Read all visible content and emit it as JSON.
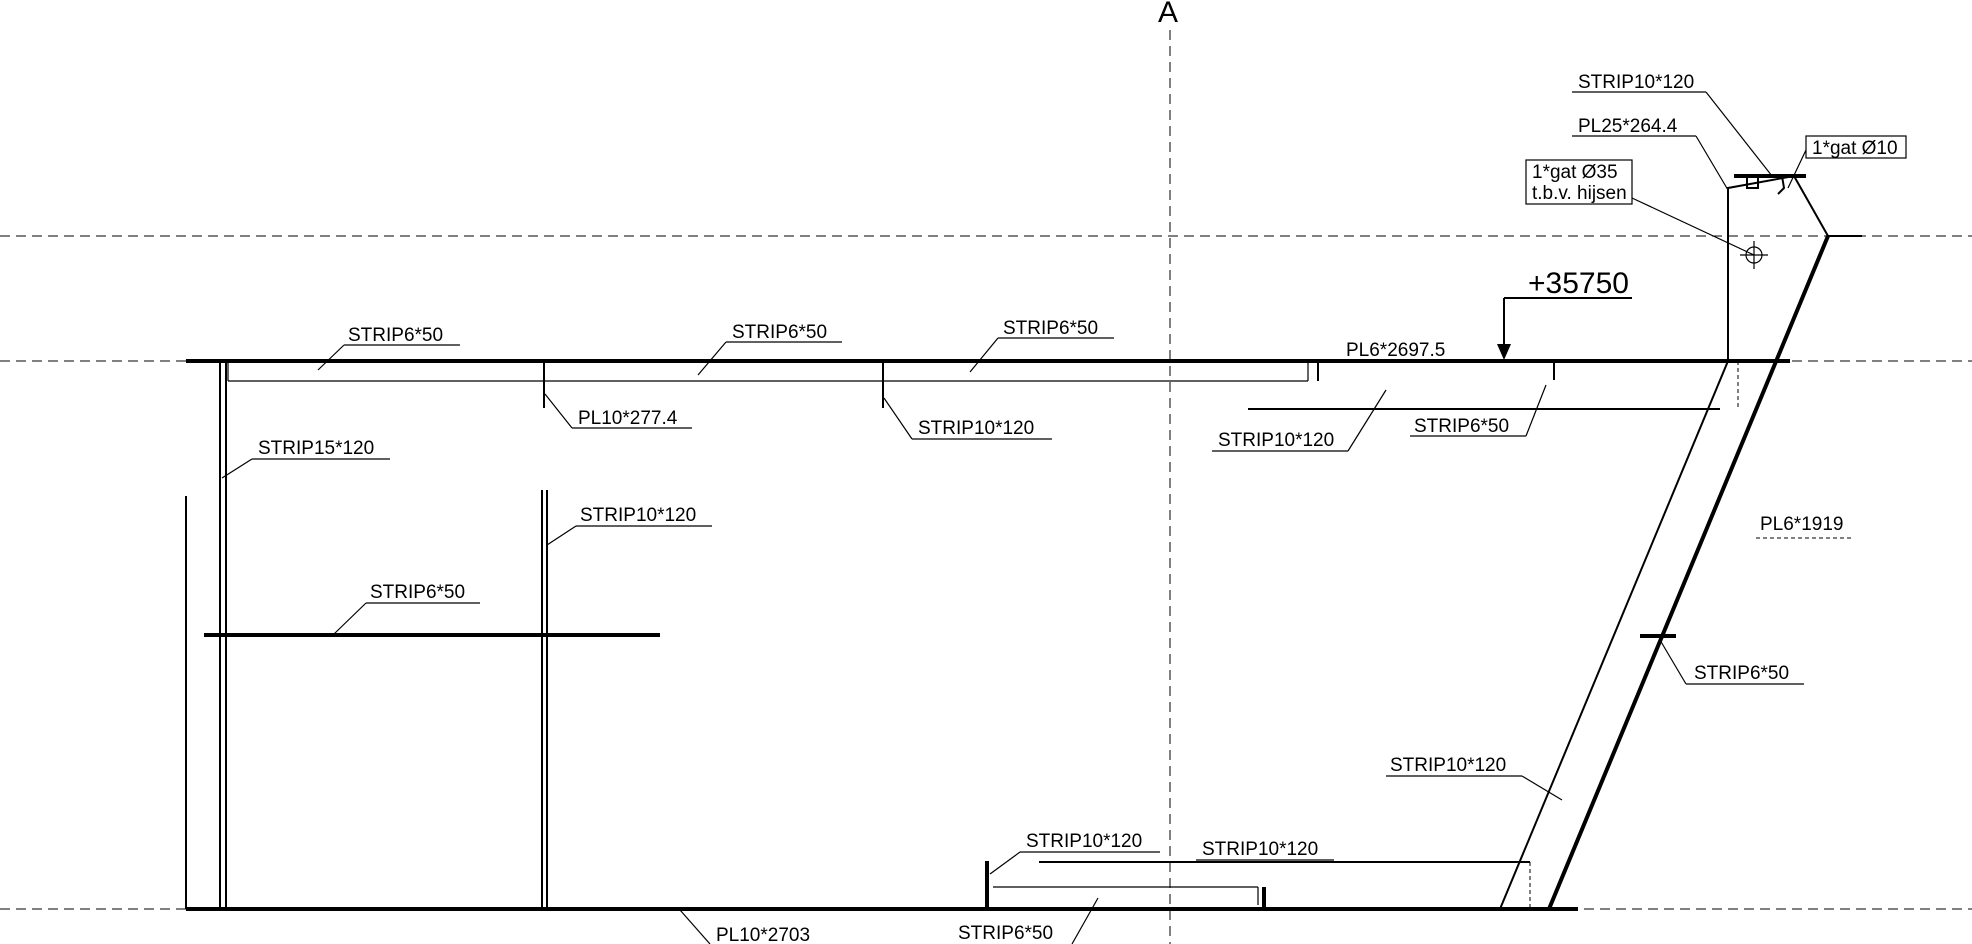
{
  "section": {
    "marker": "A"
  },
  "level": {
    "value": "+35750"
  },
  "labels": {
    "strip10_120_top": "STRIP10*120",
    "pl25_264": "PL25*264.4",
    "gat10": "1*gat Ø10",
    "gat35_line1": "1*gat Ø35",
    "gat35_line2": "t.b.v. hijsen",
    "strip6_50_a": "STRIP6*50",
    "strip6_50_b": "STRIP6*50",
    "strip6_50_c": "STRIP6*50",
    "pl6_2697": "PL6*2697.5",
    "pl10_277": "PL10*277.4",
    "strip10_120_a": "STRIP10*120",
    "strip10_120_b": "STRIP10*120",
    "strip6_50_d": "STRIP6*50",
    "strip15_120": "STRIP15*120",
    "strip10_120_c": "STRIP10*120",
    "pl6_1919": "PL6*1919",
    "strip6_50_e": "STRIP6*50",
    "strip6_50_f": "STRIP6*50",
    "strip10_120_d": "STRIP10*120",
    "strip10_120_e": "STRIP10*120",
    "strip10_120_f": "STRIP10*120",
    "pl10_2703": "PL10*2703",
    "strip6_50_g": "STRIP6*50"
  }
}
